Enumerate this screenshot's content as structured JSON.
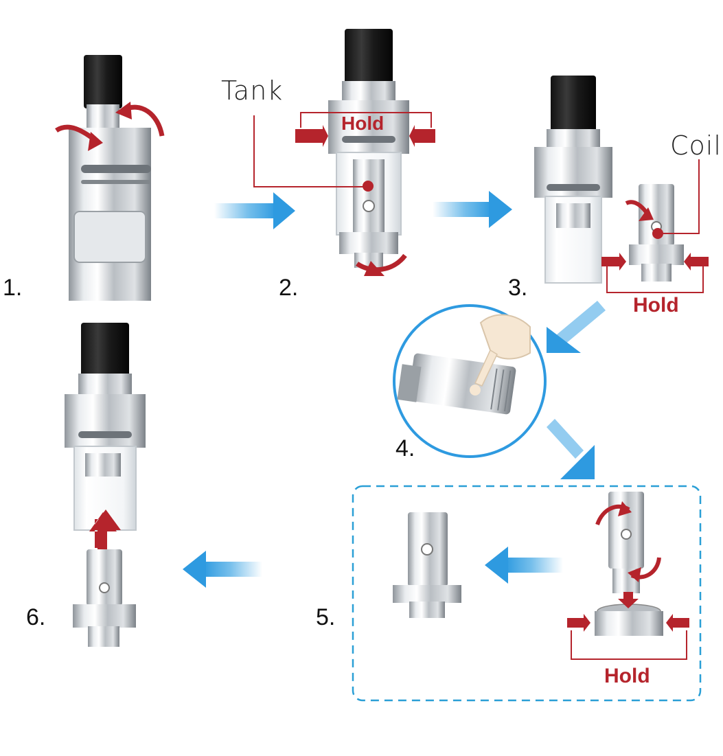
{
  "steps": {
    "s1": "1.",
    "s2": "2.",
    "s3": "3.",
    "s4": "4.",
    "s5": "5.",
    "s6": "6."
  },
  "labels": {
    "tank": "Tank",
    "coil": "Coil",
    "hold_step2": "Hold",
    "hold_step3": "Hold",
    "hold_step5": "Hold"
  },
  "colors": {
    "accent_red": "#b5242c",
    "flow_arrow_blue": "#3aa3e3",
    "dashed_frame_blue": "#2a9fd6",
    "metal": "#c9ccd0",
    "mouthpiece": "#1b1b1b"
  }
}
